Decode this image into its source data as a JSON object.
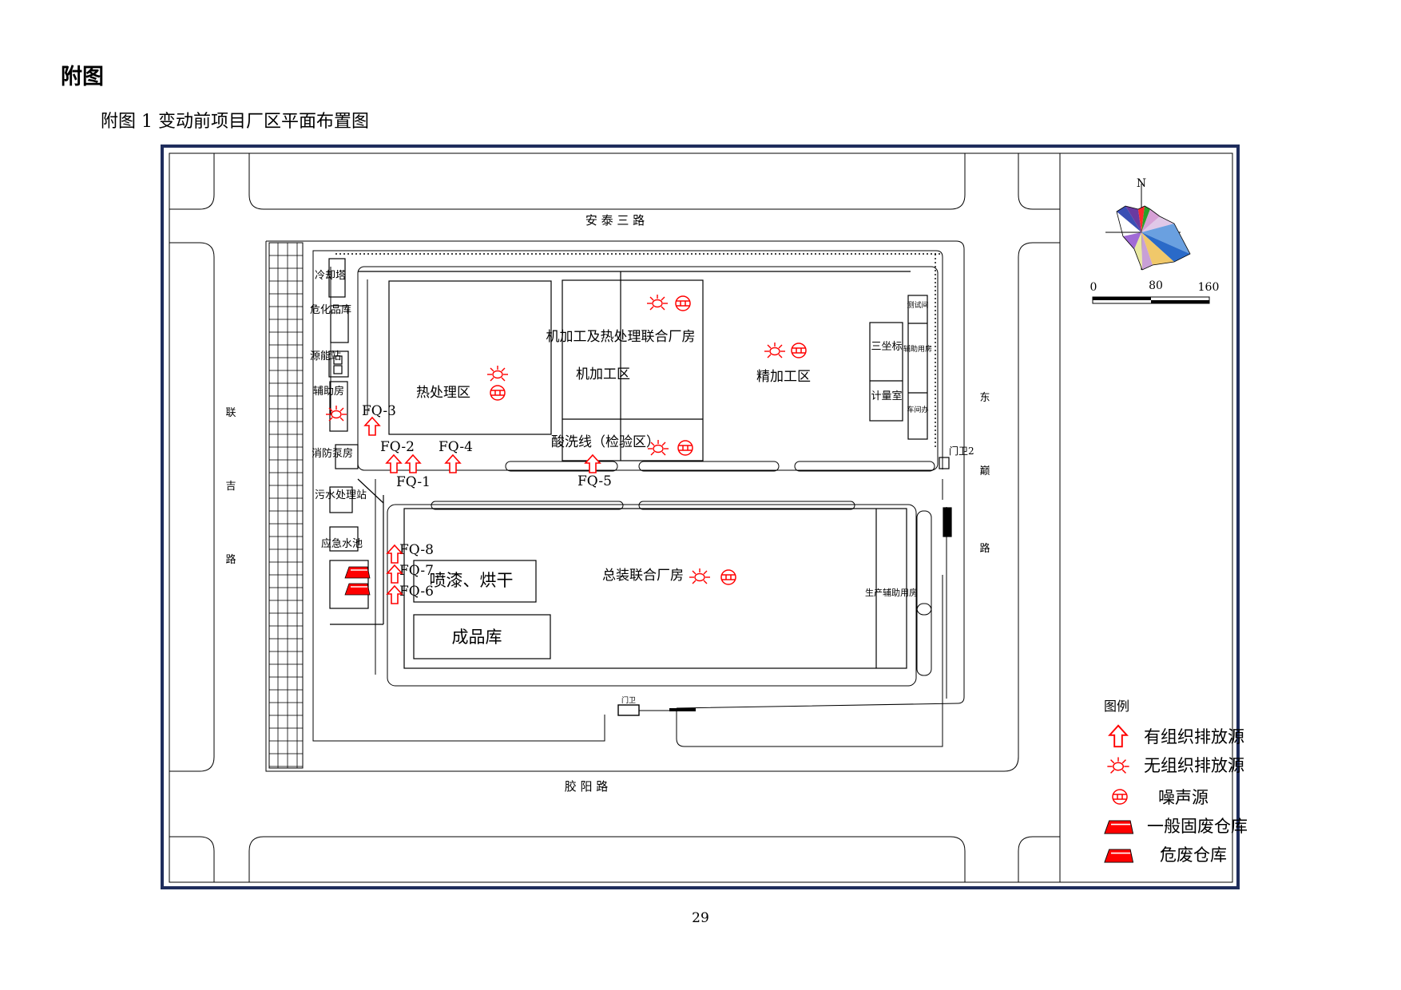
{
  "page": {
    "heading": "附图",
    "caption": "附图 1    变动前项目厂区平面布置图",
    "page_number": "29"
  },
  "roads": {
    "north": "安 泰 三 路",
    "south": "胶   阳   路",
    "west": [
      "联",
      "吉",
      "路"
    ],
    "east": [
      "东",
      "巅",
      "路"
    ]
  },
  "buildings": {
    "cooling_tower": "冷却塔",
    "hazardous_chem": "危化品库",
    "energy_station": "源能站",
    "auxiliary": "辅助房",
    "fire_pump": "消防泵房",
    "sewage": "污水处理站",
    "emergency_pool": "应急水池",
    "heat_treatment": "热处理区",
    "machining_combined": "机加工及热处理联合厂房",
    "machining": "机加工区",
    "pickling": "酸洗线（检验区）",
    "finishing": "精加工区",
    "cmm": "三坐标",
    "metrology": "计量室",
    "right_strip_1": "测试间",
    "right_strip_2": "辅助用房",
    "right_strip_3": "车间办",
    "gate2": "门卫2",
    "assembly": "总装联合厂房",
    "paint": "喷漆、烘干",
    "finished_goods": "成品库",
    "production_aux": "生产辅助用房",
    "gate1": "门卫"
  },
  "outlets": [
    "FQ-1",
    "FQ-2",
    "FQ-3",
    "FQ-4",
    "FQ-5",
    "FQ-6",
    "FQ-7",
    "FQ-8"
  ],
  "compass": {
    "north": "N",
    "scale_labels": [
      "0",
      "80",
      "160"
    ]
  },
  "legend": {
    "title": "图例",
    "items": [
      {
        "label": "有组织排放源",
        "icon": "arrow-up-icon"
      },
      {
        "label": "无组织排放源",
        "icon": "emission-star-icon"
      },
      {
        "label": "噪声源",
        "icon": "noise-icon"
      },
      {
        "label": "一般固废仓库",
        "icon": "general-waste-icon"
      },
      {
        "label": "危废仓库",
        "icon": "hazardous-waste-icon"
      }
    ]
  },
  "colors": {
    "frame": "#1f2d5c",
    "line": "#000000",
    "marker": "#ff0000"
  }
}
